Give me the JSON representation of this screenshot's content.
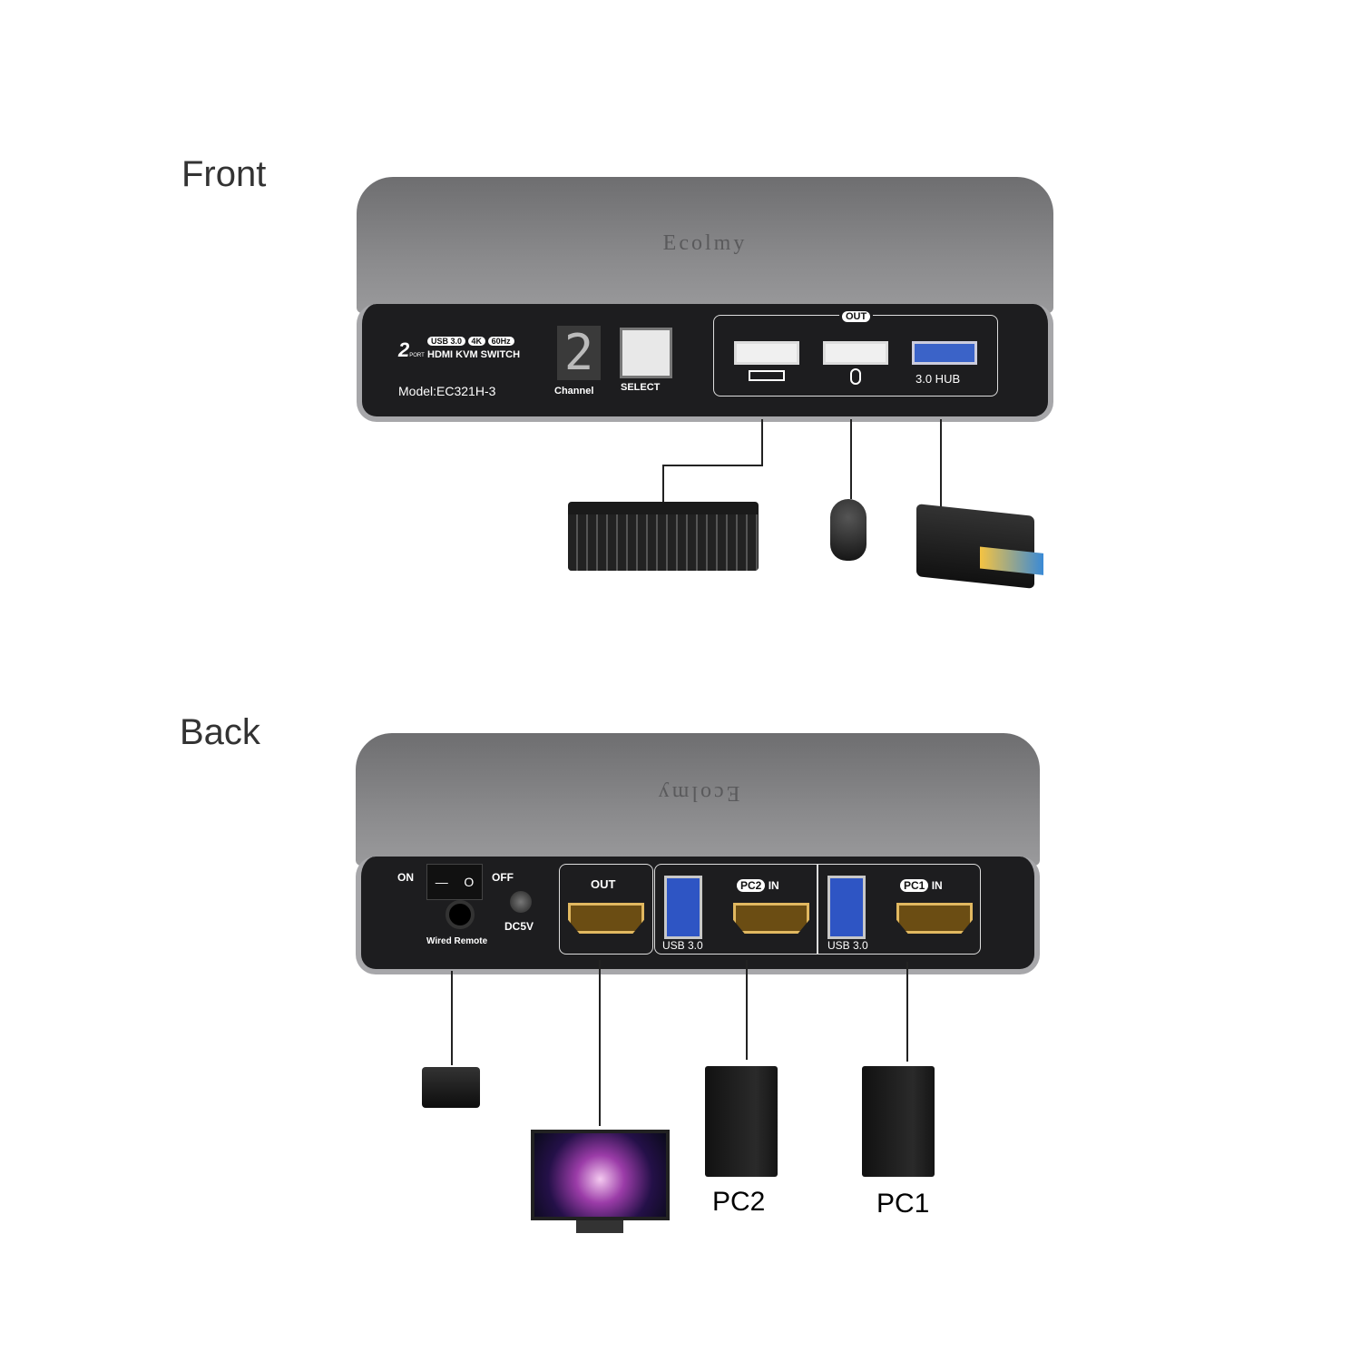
{
  "front": {
    "label": "Front",
    "brand": "Ecolmy",
    "logo_port_count": "2",
    "logo_port_word": "PORT",
    "badges": [
      "USB 3.0",
      "4K",
      "60Hz"
    ],
    "product_name": "HDMI KVM SWITCH",
    "model": "Model:EC321H-3",
    "channel_display": "2",
    "channel_label": "Channel",
    "select_label": "SELECT",
    "out_label": "OUT",
    "hub_label": "3.0 HUB",
    "devices": [
      "keyboard",
      "mouse",
      "printer"
    ]
  },
  "back": {
    "label": "Back",
    "brand": "Ecolmy",
    "switch_on": "ON",
    "switch_off": "OFF",
    "switch_symbols": [
      "—",
      "O"
    ],
    "wired_remote": "Wired Remote",
    "dc": "DC5V",
    "out_label": "OUT",
    "pc2_badge": "PC2",
    "pc1_badge": "PC1",
    "in_label": "IN",
    "usb_label": "USB 3.0",
    "pc2_label": "PC2",
    "pc1_label": "PC1"
  },
  "colors": {
    "panel": "#1d1d1f",
    "body": "#808082",
    "usb3_blue": "#3b63c8",
    "hdmi_gold": "#e1b860"
  }
}
